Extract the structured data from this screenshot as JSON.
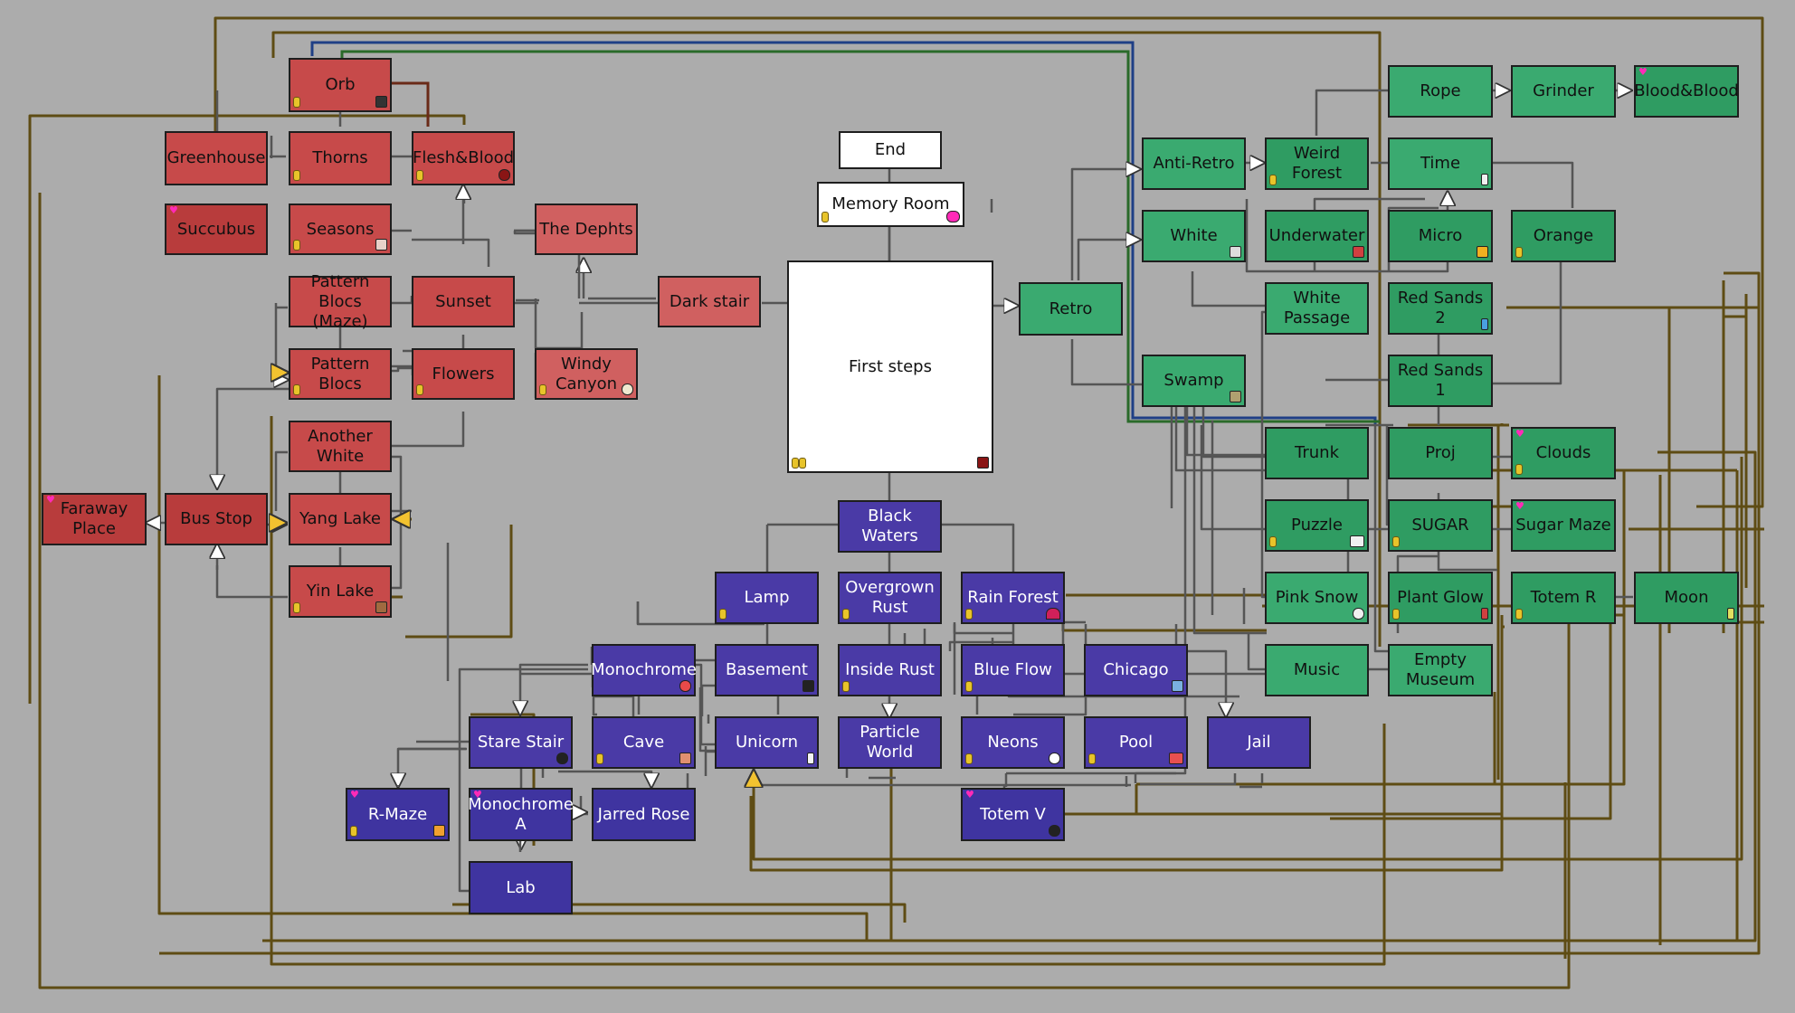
{
  "colors": {
    "background": "#acacac",
    "wire_gray": "#5a5a5a",
    "wire_gold": "#6e5a1a",
    "wire_blue": "#20408a",
    "wire_green": "#2a6a2a",
    "wire_brown": "#6a2a18",
    "coin": "#e8c42a",
    "heart": "#ff2ab8"
  },
  "nodes": {
    "orb": "Orb",
    "greenhouse": "Greenhouse",
    "thorns": "Thorns",
    "flesh_blood": "Flesh&Blood",
    "succubus": "Succubus",
    "seasons": "Seasons",
    "the_depths": "The Dephts",
    "pattern_blocs_maze": "Pattern Blocs (Maze)",
    "sunset": "Sunset",
    "dark_stair": "Dark stair",
    "pattern_blocs": "Pattern Blocs",
    "flowers": "Flowers",
    "windy_canyon": "Windy Canyon",
    "another_white": "Another White",
    "faraway_place": "Faraway Place",
    "bus_stop": "Bus Stop",
    "yang_lake": "Yang Lake",
    "yin_lake": "Yin Lake",
    "end": "End",
    "memory_room": "Memory Room",
    "first_steps": "First steps",
    "retro": "Retro",
    "black_waters": "Black Waters",
    "lamp": "Lamp",
    "overgrown_rust": "Overgrown Rust",
    "rain_forest": "Rain Forest",
    "monochrome": "Monochrome",
    "basement": "Basement",
    "inside_rust": "Inside Rust",
    "blue_flow": "Blue Flow",
    "chicago": "Chicago",
    "stare_stair": "Stare Stair",
    "cave": "Cave",
    "unicorn": "Unicorn",
    "particle_world": "Particle World",
    "neons": "Neons",
    "pool": "Pool",
    "jail": "Jail",
    "r_maze": "R-Maze",
    "monochrome_a": "Monochrome A",
    "jarred_rose": "Jarred Rose",
    "totem_v": "Totem V",
    "lab": "Lab",
    "rope": "Rope",
    "grinder": "Grinder",
    "blood_blood": "Blood&Blood",
    "anti_retro": "Anti-Retro",
    "weird_forest": "Weird Forest",
    "time": "Time",
    "white": "White",
    "underwater": "Underwater",
    "micro": "Micro",
    "orange": "Orange",
    "white_passage": "White Passage",
    "red_sands_2": "Red Sands 2",
    "swamp": "Swamp",
    "red_sands_1": "Red Sands 1",
    "trunk": "Trunk",
    "proj": "Proj",
    "clouds": "Clouds",
    "puzzle": "Puzzle",
    "sugar": "SUGAR",
    "sugar_maze": "Sugar Maze",
    "pink_snow": "Pink Snow",
    "plant_glow": "Plant Glow",
    "totem_r": "Totem R",
    "moon": "Moon",
    "music": "Music",
    "empty_museum": "Empty Museum"
  }
}
